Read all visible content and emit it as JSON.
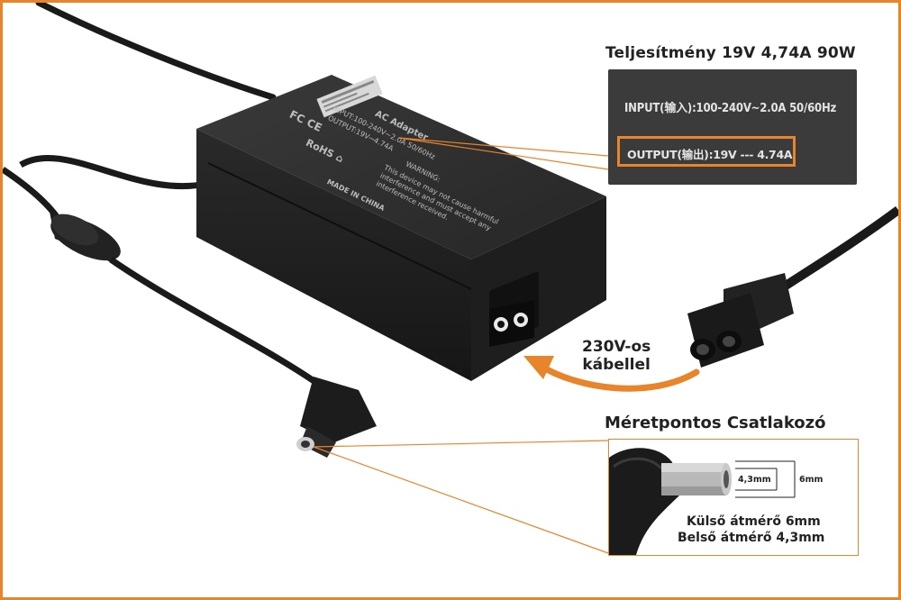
{
  "headline": "Teljesítmény 19V 4,74A 90W",
  "spec_label": {
    "input": "INPUT(输入):100-240V~2.0A  50/60Hz",
    "output": "OUTPUT(输出):19V --- 4.74A"
  },
  "cable_label": {
    "line1": "230V-os",
    "line2": "kábellel"
  },
  "connector": {
    "title": "Méretpontos Csatlakozó",
    "inner_dim": "4,3mm",
    "outer_dim": "6mm",
    "outer_text": "Külső átmérő 6mm",
    "inner_text": "Belső átmérő 4,3mm"
  },
  "adapter": {
    "label_title": "AC Adapter",
    "made_in": "MADE IN CHINA"
  },
  "colors": {
    "accent": "#e8842a",
    "adapter": "#2b2b2b",
    "cable": "#1a1a1a"
  }
}
